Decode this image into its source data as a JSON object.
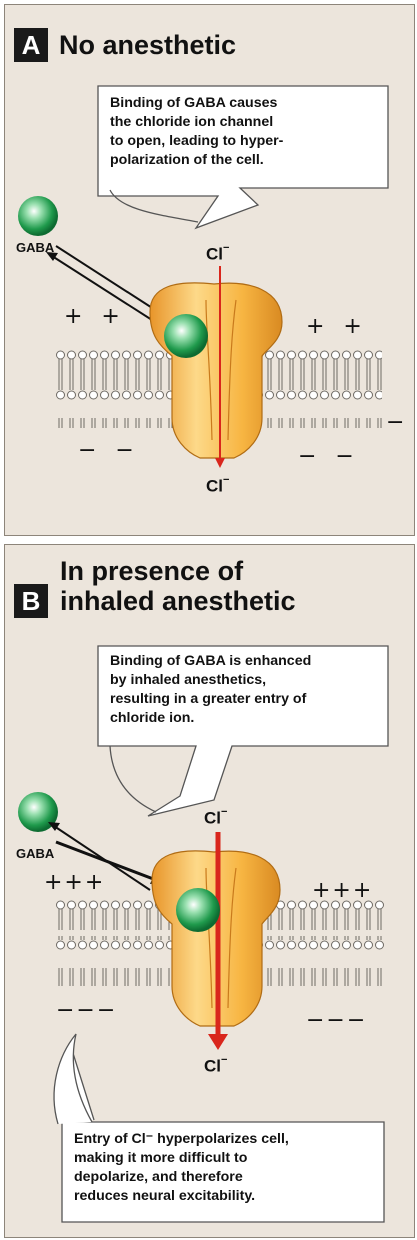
{
  "panel_a": {
    "badge": "A",
    "title": "No anesthetic",
    "callout_lines": [
      "Binding of GABA causes",
      "the chloride ion channel",
      "to open, leading to hyper-",
      "polarization of the cell."
    ],
    "gaba_label": "GABA",
    "ion_top": "Cl",
    "ion_bottom": "Cl",
    "ion_charge": "−",
    "signs_left_top": "+ +",
    "signs_right_top": "+ +",
    "signs_left_bottom": "− −",
    "signs_right_bottom": "− −"
  },
  "panel_b": {
    "badge": "B",
    "title_lines": [
      "In presence of",
      "inhaled anesthetic"
    ],
    "callout_top_lines": [
      "Binding of GABA is enhanced",
      "by inhaled anesthetics,",
      "resulting in a greater entry of",
      "chloride ion."
    ],
    "callout_bottom_lines": [
      "Entry of Cl⁻ hyperpolarizes cell,",
      "making it more difficult to",
      "depolarize, and therefore",
      "reduces neural excitability."
    ],
    "gaba_label": "GABA",
    "ion_top": "Cl",
    "ion_bottom": "Cl",
    "ion_charge": "−",
    "signs_left_top": "+++",
    "signs_right_top": "+++",
    "signs_left_bottom": "−−−",
    "signs_right_bottom": "−−−"
  },
  "colors": {
    "panel_bg": "#ece5dc",
    "channel_fill": "#f7b542",
    "channel_light": "#fdd989",
    "gaba_green": "#1f9a4c",
    "chloride_arrow": "#d9261c"
  }
}
